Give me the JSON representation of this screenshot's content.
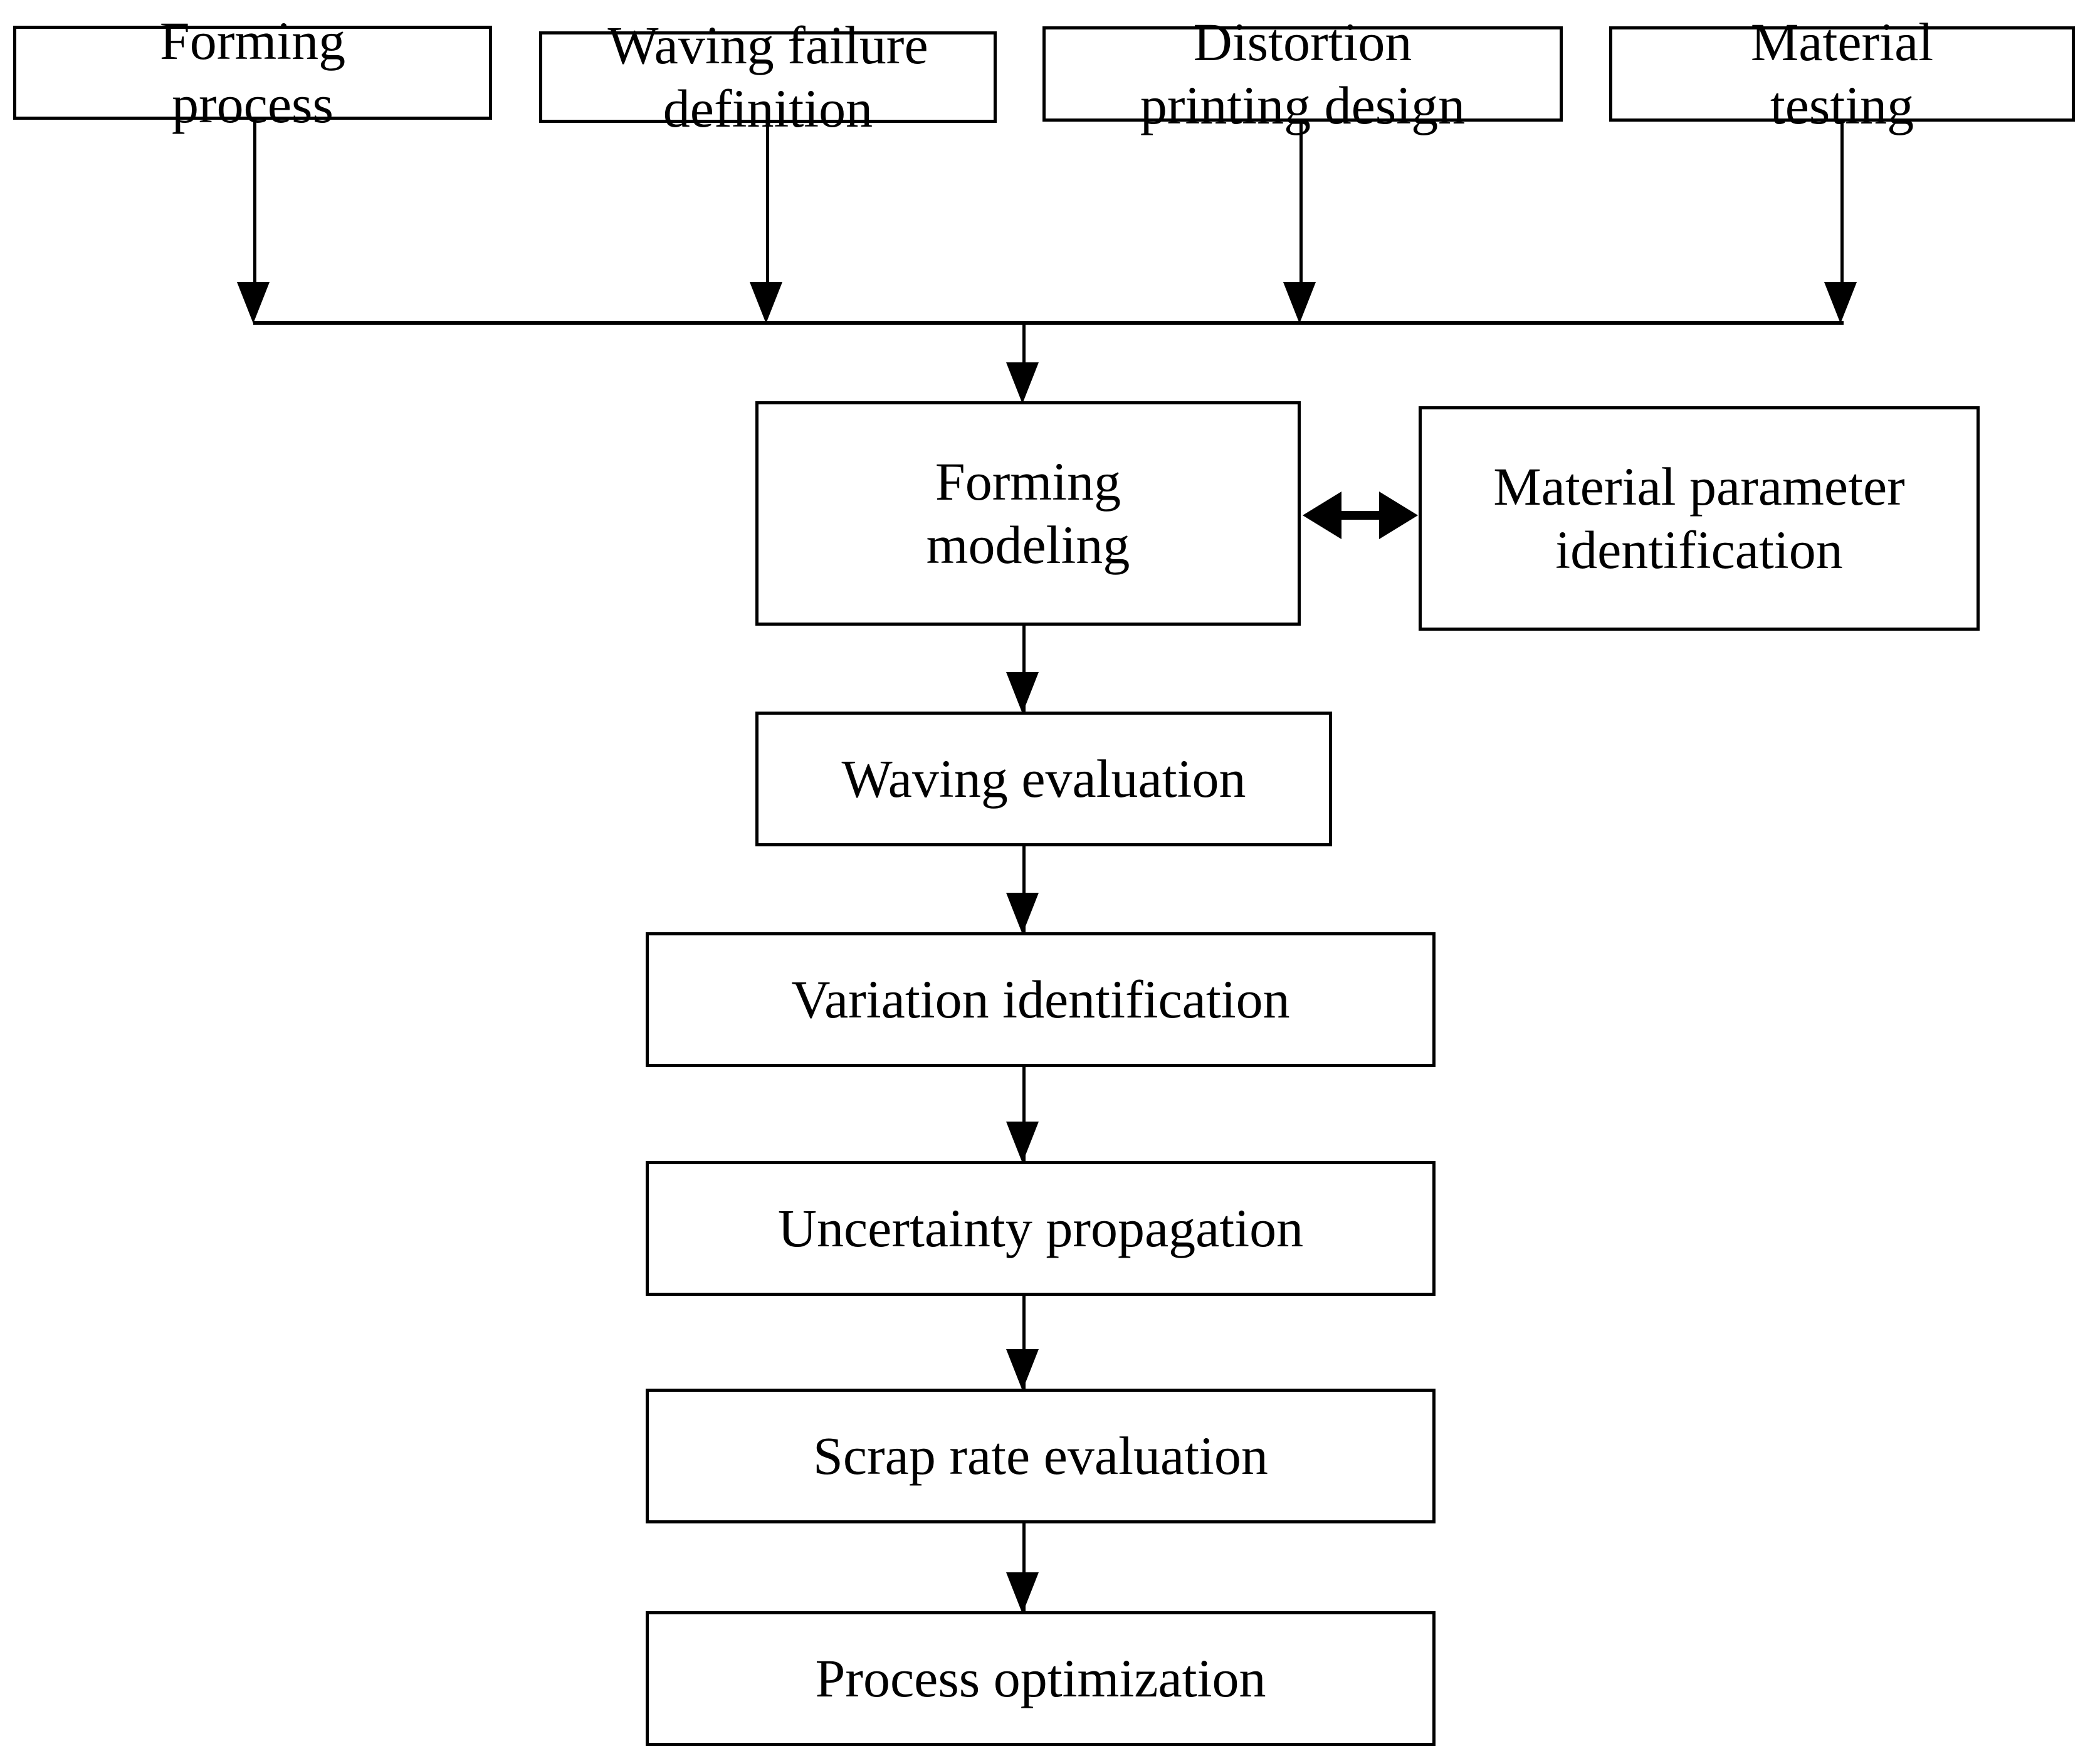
{
  "diagram": {
    "type": "flowchart",
    "title": "",
    "background_color": "#ffffff",
    "line_color": "#000000",
    "text_color": "#000000",
    "nodes": [
      {
        "id": "forming-process",
        "label": "Forming\nprocess",
        "row": "inputs"
      },
      {
        "id": "waving-failure",
        "label": "Waving failure\ndefinition",
        "row": "inputs"
      },
      {
        "id": "distortion-printing",
        "label": "Distortion\nprinting design",
        "row": "inputs"
      },
      {
        "id": "material-testing",
        "label": "Material\ntesting",
        "row": "inputs"
      },
      {
        "id": "forming-modeling",
        "label": "Forming\nmodeling",
        "row": "modeling"
      },
      {
        "id": "material-parameter",
        "label": "Material parameter\nidentification",
        "row": "modeling"
      },
      {
        "id": "waving-evaluation",
        "label": "Waving evaluation",
        "row": "chain"
      },
      {
        "id": "variation-id",
        "label": "Variation identification",
        "row": "chain"
      },
      {
        "id": "uncertainty-prop",
        "label": "Uncertainty propagation",
        "row": "chain"
      },
      {
        "id": "scrap-rate",
        "label": "Scrap rate evaluation",
        "row": "chain"
      },
      {
        "id": "process-optimization",
        "label": "Process optimization",
        "row": "chain"
      }
    ],
    "edges": [
      {
        "from": "forming-process",
        "to": "merge-bus",
        "style": "arrow-down"
      },
      {
        "from": "waving-failure",
        "to": "merge-bus",
        "style": "arrow-down"
      },
      {
        "from": "distortion-printing",
        "to": "merge-bus",
        "style": "arrow-down"
      },
      {
        "from": "material-testing",
        "to": "merge-bus",
        "style": "arrow-down"
      },
      {
        "from": "merge-bus",
        "to": "forming-modeling",
        "style": "arrow-down"
      },
      {
        "from": "forming-modeling",
        "to": "material-parameter",
        "style": "double-arrow-horizontal"
      },
      {
        "from": "forming-modeling",
        "to": "waving-evaluation",
        "style": "arrow-down"
      },
      {
        "from": "waving-evaluation",
        "to": "variation-id",
        "style": "arrow-down"
      },
      {
        "from": "variation-id",
        "to": "uncertainty-prop",
        "style": "arrow-down"
      },
      {
        "from": "uncertainty-prop",
        "to": "scrap-rate",
        "style": "arrow-down"
      },
      {
        "from": "scrap-rate",
        "to": "process-optimization",
        "style": "arrow-down"
      }
    ]
  }
}
